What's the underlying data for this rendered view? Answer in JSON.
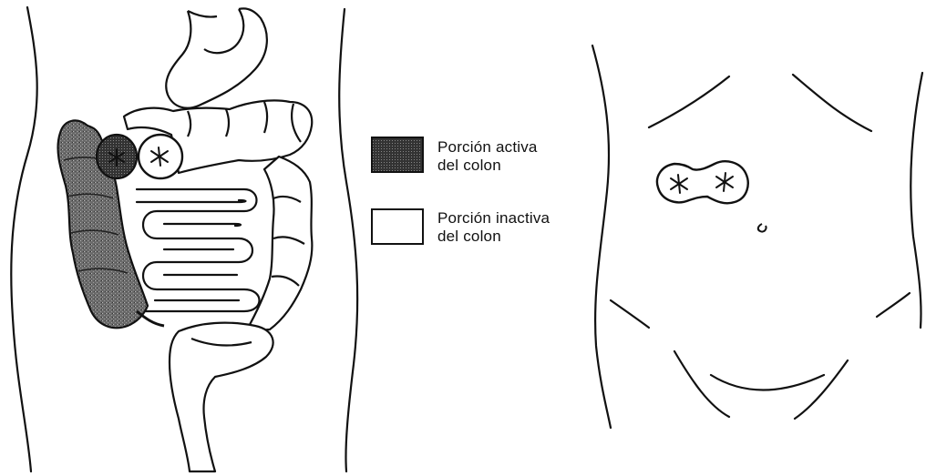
{
  "legend": {
    "active_line1": "Porción activa",
    "active_line2": "del colon",
    "inactive_line1": "Porción inactiva",
    "inactive_line2": "del colon"
  },
  "colors": {
    "ink": "#111111",
    "active_fill": "#555555",
    "inactive_fill": "#ffffff",
    "background": "#ffffff"
  },
  "icons": {
    "stoma_mark": "asterisk",
    "navel": "small-hook-curve"
  }
}
